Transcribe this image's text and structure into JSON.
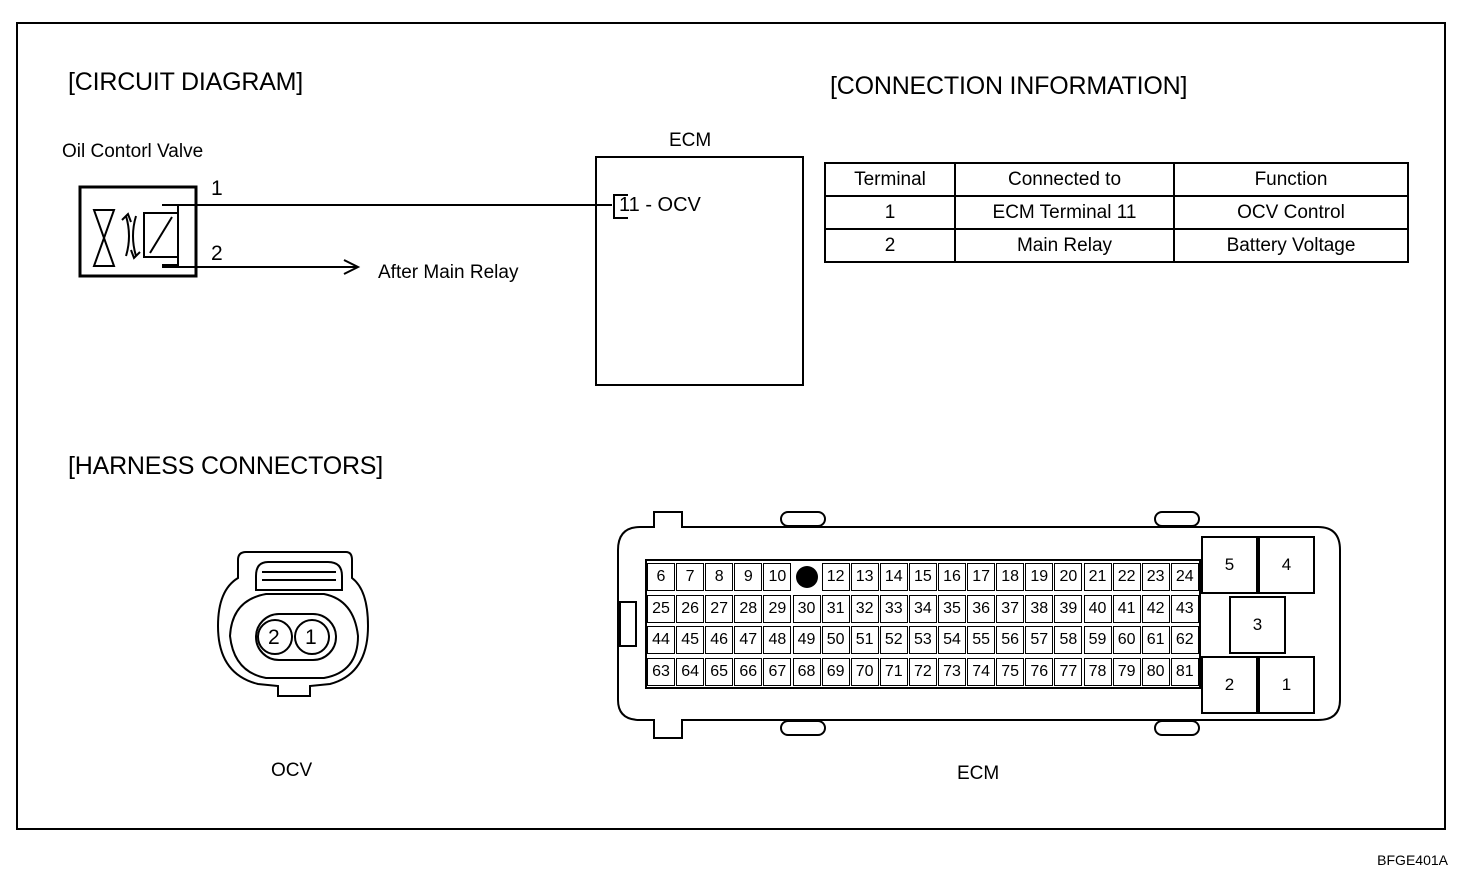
{
  "sections": {
    "circuit_diagram": "[CIRCUIT DIAGRAM]",
    "connection_information": "[CONNECTION INFORMATION]",
    "harness_connectors": "[HARNESS CONNECTORS]"
  },
  "circuit": {
    "component_label": "Oil Contorl Valve",
    "terminal_1": "1",
    "terminal_2": "2",
    "after_main_relay": "After Main Relay",
    "ecm_label": "ECM",
    "ecm_pin_label": "11 - OCV"
  },
  "connection_table": {
    "headers": [
      "Terminal",
      "Connected to",
      "Function"
    ],
    "rows": [
      [
        "1",
        "ECM Terminal 11",
        "OCV Control"
      ],
      [
        "2",
        "Main Relay",
        "Battery Voltage"
      ]
    ]
  },
  "ocv_connector": {
    "label": "OCV",
    "pins": [
      "2",
      "1"
    ]
  },
  "ecm_connector": {
    "label": "ECM",
    "rows": [
      [
        "6",
        "7",
        "8",
        "9",
        "10",
        "11",
        "12",
        "13",
        "14",
        "15",
        "16",
        "17",
        "18",
        "19",
        "20",
        "21",
        "22",
        "23",
        "24"
      ],
      [
        "25",
        "26",
        "27",
        "28",
        "29",
        "30",
        "31",
        "32",
        "33",
        "34",
        "35",
        "36",
        "37",
        "38",
        "39",
        "40",
        "41",
        "42",
        "43"
      ],
      [
        "44",
        "45",
        "46",
        "47",
        "48",
        "49",
        "50",
        "51",
        "52",
        "53",
        "54",
        "55",
        "56",
        "57",
        "58",
        "59",
        "60",
        "61",
        "62"
      ],
      [
        "63",
        "64",
        "65",
        "66",
        "67",
        "68",
        "69",
        "70",
        "71",
        "72",
        "73",
        "74",
        "75",
        "76",
        "77",
        "78",
        "79",
        "80",
        "81"
      ]
    ],
    "marked_pin": "11",
    "power_pins": {
      "p5": "5",
      "p4": "4",
      "p3": "3",
      "p2": "2",
      "p1": "1"
    }
  },
  "figure_code": "BFGE401A"
}
